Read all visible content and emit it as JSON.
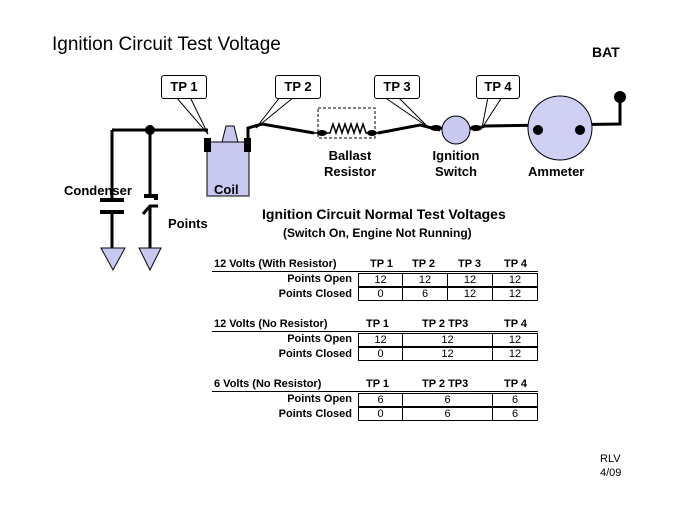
{
  "title": "Ignition Circuit Test Voltage",
  "battery_label": "BAT",
  "test_points": [
    "TP 1",
    "TP 2",
    "TP 3",
    "TP 4"
  ],
  "components": {
    "condenser": "Condenser",
    "points": "Points",
    "coil": "Coil",
    "ballast_line1": "Ballast",
    "ballast_line2": "Resistor",
    "switch_line1": "Ignition",
    "switch_line2": "Switch",
    "ammeter": "Ammeter"
  },
  "table_title": "Ignition Circuit Normal Test Voltages",
  "table_subtitle": "(Switch On, Engine Not Running)",
  "tables": [
    {
      "heading": "12 Volts (With Resistor)",
      "columns": [
        "TP 1",
        "TP 2",
        "TP 3",
        "TP 4"
      ],
      "rows": [
        {
          "label": "Points Open",
          "values": [
            "12",
            "12",
            "12",
            "12"
          ]
        },
        {
          "label": "Points Closed",
          "values": [
            "0",
            "6",
            "12",
            "12"
          ]
        }
      ]
    },
    {
      "heading": "12 Volts  (No Resistor)",
      "columns": [
        "TP 1",
        "TP 2  TP3",
        "TP 4"
      ],
      "rows": [
        {
          "label": "Points Open",
          "values": [
            "12",
            "12",
            "12"
          ]
        },
        {
          "label": "Points Closed",
          "values": [
            "0",
            "12",
            "12"
          ]
        }
      ]
    },
    {
      "heading": "6 Volts  (No Resistor)",
      "columns": [
        "TP 1",
        "TP 2  TP3",
        "TP 4"
      ],
      "rows": [
        {
          "label": "Points Open",
          "values": [
            "6",
            "6",
            "6"
          ]
        },
        {
          "label": "Points Closed",
          "values": [
            "0",
            "6",
            "6"
          ]
        }
      ]
    }
  ],
  "signature": {
    "initials": "RLV",
    "date": "4/09"
  },
  "colors": {
    "coil_fill": "#c8c8f0",
    "switch_fill": "#c8c8f0",
    "ammeter_fill": "#d0d0f4",
    "ground_fill": "#c8c8f0"
  }
}
